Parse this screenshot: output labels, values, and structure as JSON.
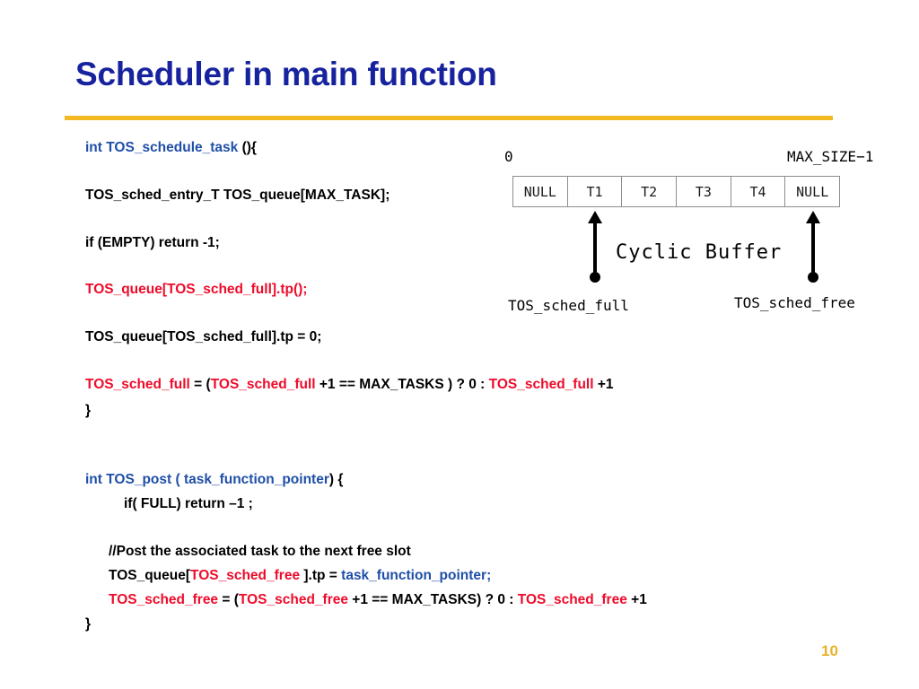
{
  "slide": {
    "title": "Scheduler in main function",
    "page_number": "10",
    "colors": {
      "title_blue": "#17239e",
      "rule_gold": "#f2b923",
      "code_blue": "#1f4fa8",
      "code_red": "#ee0b2a",
      "code_black": "#000000",
      "page_number_gold": "#e8b32a"
    }
  },
  "code": {
    "schedule_task": {
      "line1": [
        {
          "text": "int TOS_schedule_task ",
          "color": "blue"
        },
        {
          "text": "(){",
          "color": "black"
        }
      ],
      "line2": [
        {
          "text": "TOS_sched_entry_T TOS_queue[MAX_TASK];",
          "color": "black"
        }
      ],
      "line3": [
        {
          "text": "if (EMPTY)  return -1;",
          "color": "black"
        }
      ],
      "line4": [
        {
          "text": "TOS_queue[TOS_sched_full].tp();",
          "color": "red"
        }
      ],
      "line5": [
        {
          "text": "TOS_queue[TOS_sched_full].tp = 0;",
          "color": "black"
        }
      ],
      "line6": [
        {
          "text": "TOS_sched_full ",
          "color": "red"
        },
        {
          "text": "= (",
          "color": "black"
        },
        {
          "text": "TOS_sched_full ",
          "color": "red"
        },
        {
          "text": "+1 == MAX_TASKS  ) ? 0 : ",
          "color": "black"
        },
        {
          "text": "TOS_sched_full ",
          "color": "red"
        },
        {
          "text": "+1",
          "color": "black"
        }
      ],
      "line7": [
        {
          "text": "}",
          "color": "black"
        }
      ]
    },
    "post": {
      "line1": [
        {
          "text": "int TOS_post ( task_function_pointer",
          "color": "blue"
        },
        {
          "text": ") {",
          "color": "black"
        }
      ],
      "line2": [
        {
          "text": "if( FULL) return –1 ;",
          "color": "black"
        }
      ],
      "line3": [
        {
          "text": "//Post the associated task to the next free slot",
          "color": "black"
        }
      ],
      "line4": [
        {
          "text": "TOS_queue[",
          "color": "black"
        },
        {
          "text": "TOS_sched_free ",
          "color": "red"
        },
        {
          "text": "].tp = ",
          "color": "black"
        },
        {
          "text": "task_function_pointer;",
          "color": "blue"
        }
      ],
      "line5": [
        {
          "text": "TOS_sched_free ",
          "color": "red"
        },
        {
          "text": "= (",
          "color": "black"
        },
        {
          "text": "TOS_sched_free ",
          "color": "red"
        },
        {
          "text": "+1 == MAX_TASKS) ? 0 : ",
          "color": "black"
        },
        {
          "text": "TOS_sched_free ",
          "color": "red"
        },
        {
          "text": "+1",
          "color": "black"
        }
      ],
      "line6": [
        {
          "text": "}",
          "color": "black"
        }
      ]
    }
  },
  "diagram": {
    "index_start": "0",
    "index_end": "MAX_SIZE−1",
    "cells": [
      "NULL",
      "T1",
      "T2",
      "T3",
      "T4",
      "NULL"
    ],
    "caption": "Cyclic Buffer",
    "pointer_full_label": "TOS_sched_full",
    "pointer_free_label": "TOS_sched_free"
  }
}
